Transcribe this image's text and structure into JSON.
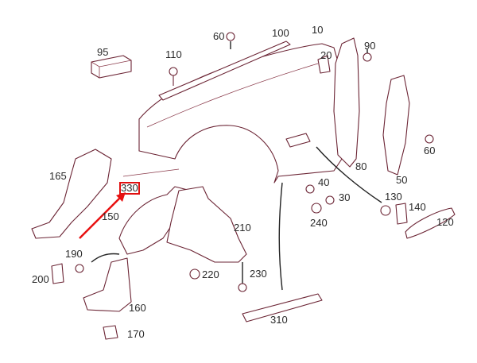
{
  "diagram": {
    "title": "Front fender and wheel arch liner parts diagram",
    "highlight_color": "#e01010",
    "line_color": "#6b2434",
    "highlighted_part": "330",
    "labels": {
      "p95": "95",
      "p110": "110",
      "p60a": "60",
      "p100": "100",
      "p10": "10",
      "p20": "20",
      "p90": "90",
      "p60b": "60",
      "p50": "50",
      "p80": "80",
      "p165": "165",
      "p330": "330",
      "p150": "150",
      "p40": "40",
      "p30": "30",
      "p130": "130",
      "p140": "140",
      "p120": "120",
      "p240": "240",
      "p210": "210",
      "p190": "190",
      "p200": "200",
      "p220": "220",
      "p230": "230",
      "p160": "160",
      "p170": "170",
      "p310": "310"
    }
  }
}
